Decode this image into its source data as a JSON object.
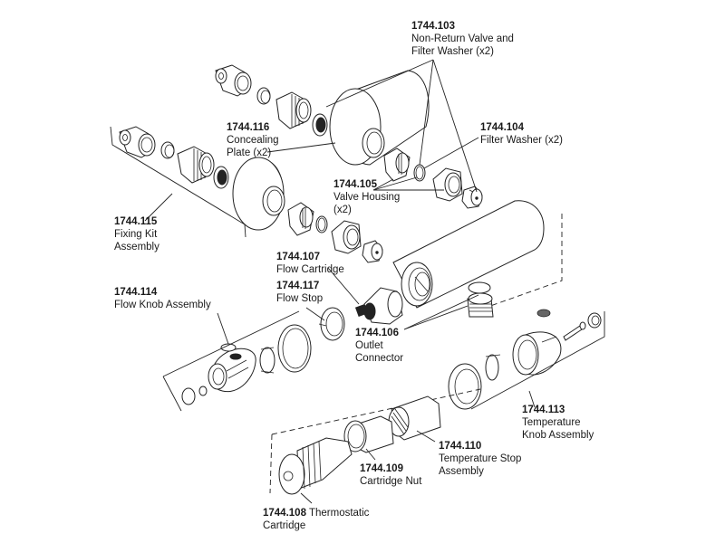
{
  "diagram": {
    "type": "exploded-parts-diagram",
    "callouts": [
      {
        "id": "1744.103",
        "code": "1744.103",
        "name_lines": [
          "Non-Return Valve and",
          "Filter Washer (x2)"
        ]
      },
      {
        "id": "1744.104",
        "code": "1744.104",
        "name_lines": [
          "Filter Washer (x2)"
        ]
      },
      {
        "id": "1744.116",
        "code": "1744.116",
        "name_lines": [
          "Concealing",
          "Plate (x2)"
        ]
      },
      {
        "id": "1744.105",
        "code": "1744.105",
        "name_lines": [
          "Valve Housing",
          "(x2)"
        ]
      },
      {
        "id": "1744.115",
        "code": "1744.115",
        "name_lines": [
          "Fixing Kit",
          "Assembly"
        ]
      },
      {
        "id": "1744.107",
        "code": "1744.107",
        "name_lines": [
          "Flow Cartridge"
        ]
      },
      {
        "id": "1744.117",
        "code": "1744.117",
        "name_lines": [
          "Flow Stop"
        ]
      },
      {
        "id": "1744.114",
        "code": "1744.114",
        "name_lines": [
          "Flow Knob Assembly"
        ]
      },
      {
        "id": "1744.106",
        "code": "1744.106",
        "name_lines": [
          "Outlet",
          "Connector"
        ]
      },
      {
        "id": "1744.113",
        "code": "1744.113",
        "name_lines": [
          "Temperature",
          "Knob Assembly"
        ]
      },
      {
        "id": "1744.110",
        "code": "1744.110",
        "name_lines": [
          "Temperature Stop",
          "Assembly"
        ]
      },
      {
        "id": "1744.109",
        "code": "1744.109",
        "name_lines": [
          "Cartridge Nut"
        ]
      },
      {
        "id": "1744.108",
        "code": "1744.108",
        "name_inline": "Thermostatic",
        "name_lines": [
          "Cartridge"
        ]
      }
    ]
  }
}
